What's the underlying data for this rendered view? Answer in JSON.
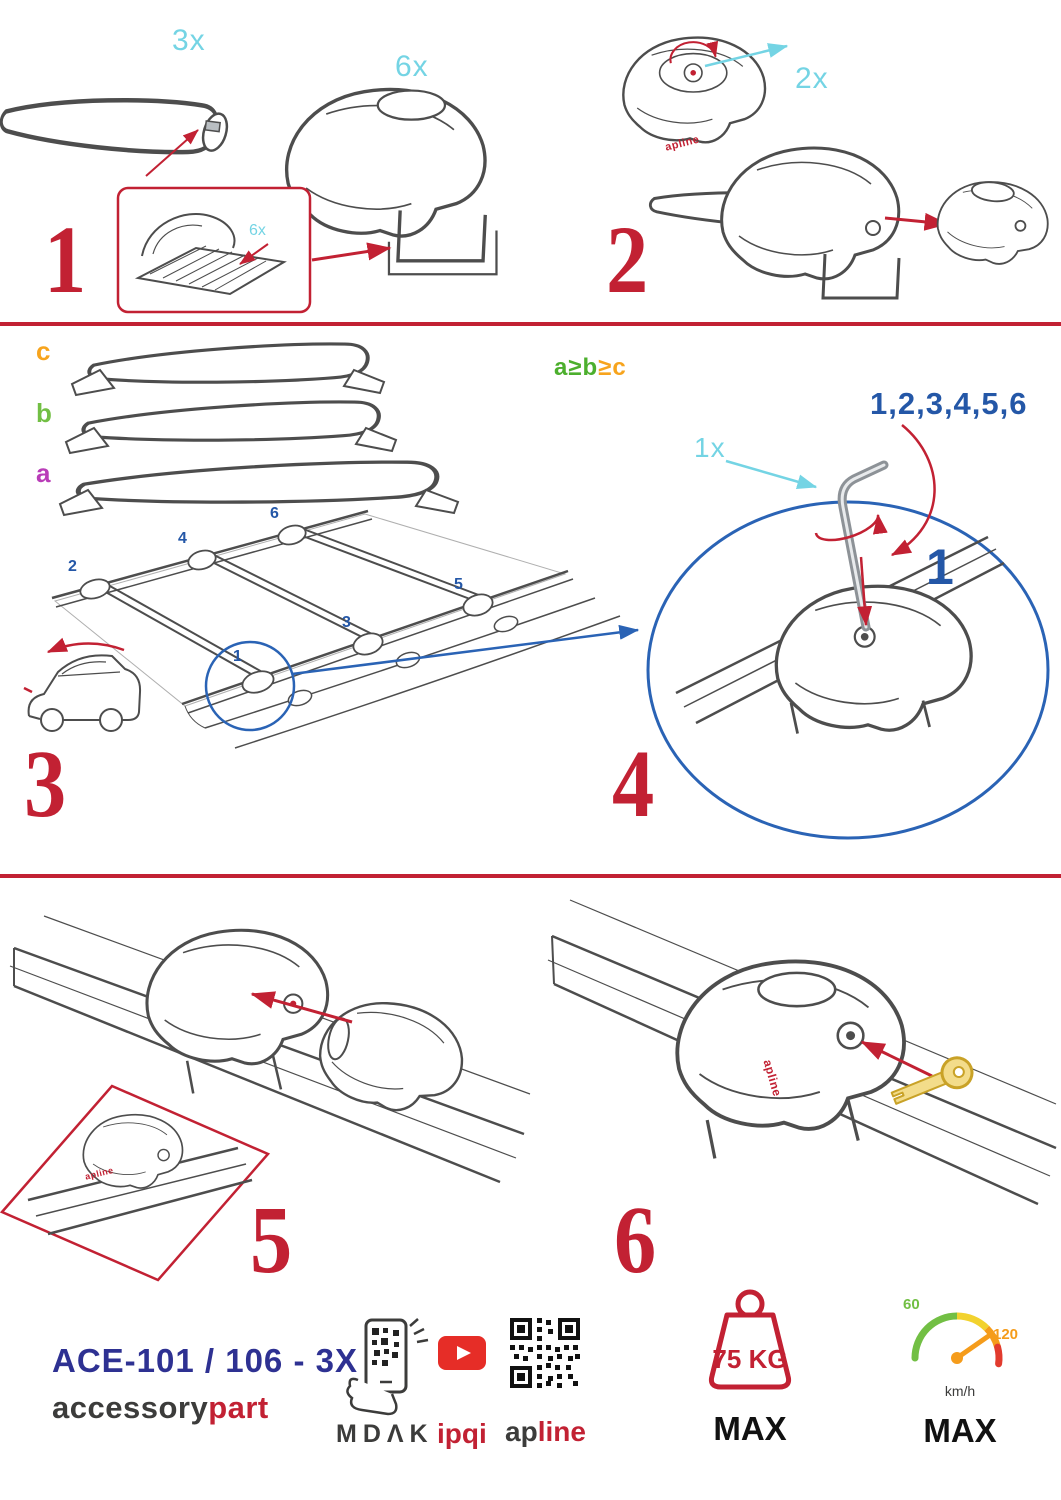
{
  "colors": {
    "red": "#c22133",
    "cyan": "#74d4e4",
    "blue": "#2457a7",
    "detail_circle_blue": "#2a63b5",
    "model_blue": "#2e3192",
    "orange": "#f7a41d",
    "green": "#4caf2d",
    "light_green": "#72bf44",
    "magenta": "#b93db8",
    "dark": "#3c3c3b",
    "gauge_yellow": "#f2d22e",
    "gauge_orange": "#f59c1b",
    "gauge_red": "#e23b2e"
  },
  "steps": {
    "s1": {
      "num": "1",
      "bar_qty": "3x",
      "foot_qty": "6x",
      "pad_qty": "6x"
    },
    "s2": {
      "num": "2",
      "lock_qty": "2x"
    },
    "s3": {
      "num": "3",
      "bar_labels": [
        "c",
        "b",
        "a"
      ],
      "formula": [
        "a",
        "≥",
        "b",
        "≥",
        "c"
      ],
      "positions": [
        "1",
        "2",
        "3",
        "4",
        "5",
        "6"
      ]
    },
    "s4": {
      "num": "4",
      "sequence": "1,2,3,4,5,6",
      "tool_qty": "1x",
      "first_position": "1"
    },
    "s5": {
      "num": "5"
    },
    "s6": {
      "num": "6"
    }
  },
  "brand_on_parts": "apline",
  "footer": {
    "model": "ACE-101 / 106 - 3X",
    "brand": {
      "part1": "accessory",
      "part2": "part"
    },
    "mdak": "MDΛK",
    "ipqi": "ipqi",
    "apline": {
      "part1": "ap",
      "part2": "line"
    },
    "weight": {
      "value": "75 KG",
      "max": "MAX"
    },
    "speed": {
      "low": "60",
      "high": "120",
      "unit": "km/h",
      "max": "MAX"
    }
  }
}
